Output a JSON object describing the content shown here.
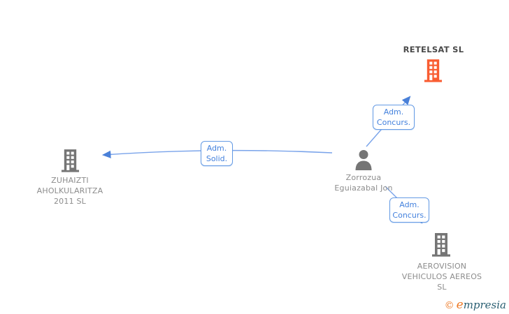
{
  "canvas": {
    "background": "#ffffff"
  },
  "colors": {
    "highlight_company": "#f95d32",
    "company_gray": "#757575",
    "label_gray": "#8c8c8c",
    "highlight_label": "#4a4a4a",
    "edge_line_blue": "#79a3ea",
    "edge_arrow_blue": "#4a80d8",
    "edge_text_blue": "#4381dd",
    "brand_orange": "#ee7b28",
    "brand_teal": "#2a5f72"
  },
  "icons": {
    "company": "building-icon",
    "person": "person-icon",
    "copyright": "copyright-icon"
  },
  "nodes": {
    "retelsat": {
      "label": "RETELSAT SL",
      "type": "company",
      "highlighted": true
    },
    "zuhaizti": {
      "label": "ZUHAIZTI AHOLKULARITZA 2011 SL",
      "type": "company",
      "highlighted": false
    },
    "person": {
      "label": "Zorrozua Eguiazabal Jon",
      "type": "person",
      "highlighted": false
    },
    "aerovision": {
      "label": "AEROVISION VEHICULOS AEREOS SL",
      "type": "company",
      "highlighted": false
    }
  },
  "edges": {
    "adm_solid": {
      "label": "Adm.\nSolid.",
      "from": "person",
      "to": "zuhaizti"
    },
    "adm_concurs_top": {
      "label": "Adm.\nConcurs.",
      "from": "person",
      "to": "retelsat"
    },
    "adm_concurs_bottom": {
      "label": "Adm.\nConcurs.",
      "from": "person",
      "to": "aerovision"
    }
  },
  "watermark": {
    "copyright_symbol": "©",
    "brand_initial": "e",
    "brand_rest": "mpresia"
  }
}
